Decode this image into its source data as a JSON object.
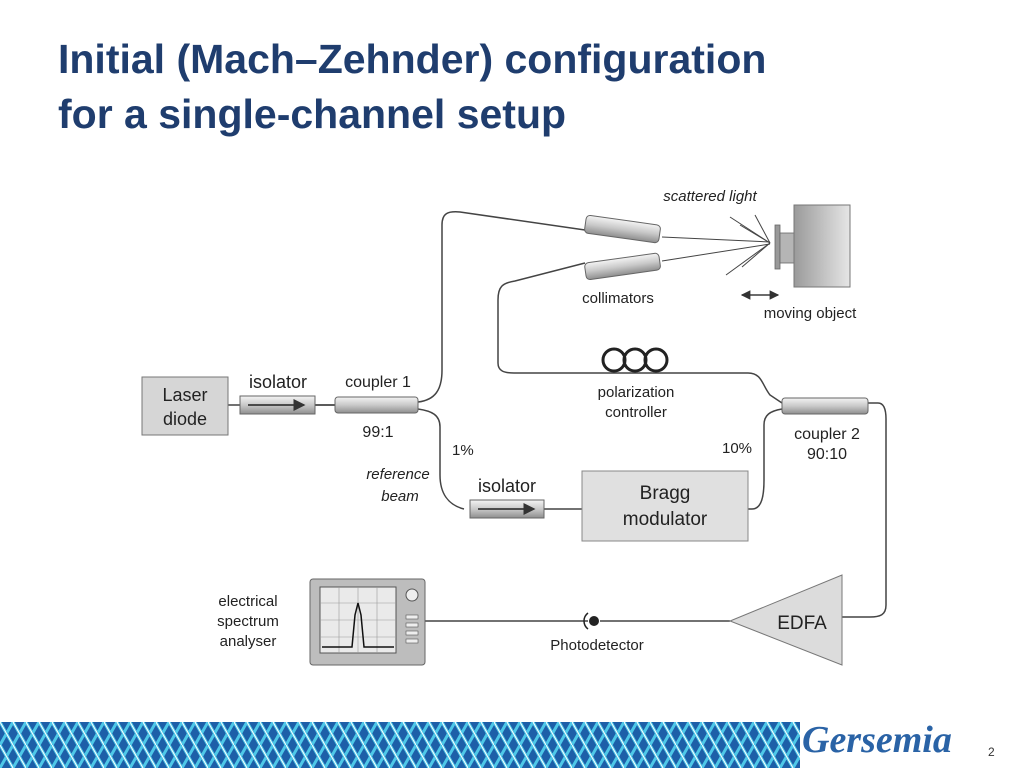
{
  "slide": {
    "title_line1": "Initial (Mach–Zehnder) configuration",
    "title_line2": "for a single-channel setup",
    "page_number": "2",
    "brand": "Gersemia"
  },
  "diagram": {
    "laser_line1": "Laser",
    "laser_line2": "diode",
    "isolator_top": "isolator",
    "coupler1": "coupler 1",
    "coupler1_ratio": "99:1",
    "pct1": "1%",
    "reference_line1": "reference",
    "reference_line2": "beam",
    "isolator_bottom": "isolator",
    "bragg_line1": "Bragg",
    "bragg_line2": "modulator",
    "scattered_light": "scattered light",
    "collimators": "collimators",
    "moving_object": "moving object",
    "polarization_line1": "polarization",
    "polarization_line2": "controller",
    "pct10": "10%",
    "coupler2": "coupler 2",
    "coupler2_ratio": "90:10",
    "edfa": "EDFA",
    "photodetector": "Photodetector",
    "esa_line1": "electrical",
    "esa_line2": "spectrum",
    "esa_line3": "analyser"
  }
}
